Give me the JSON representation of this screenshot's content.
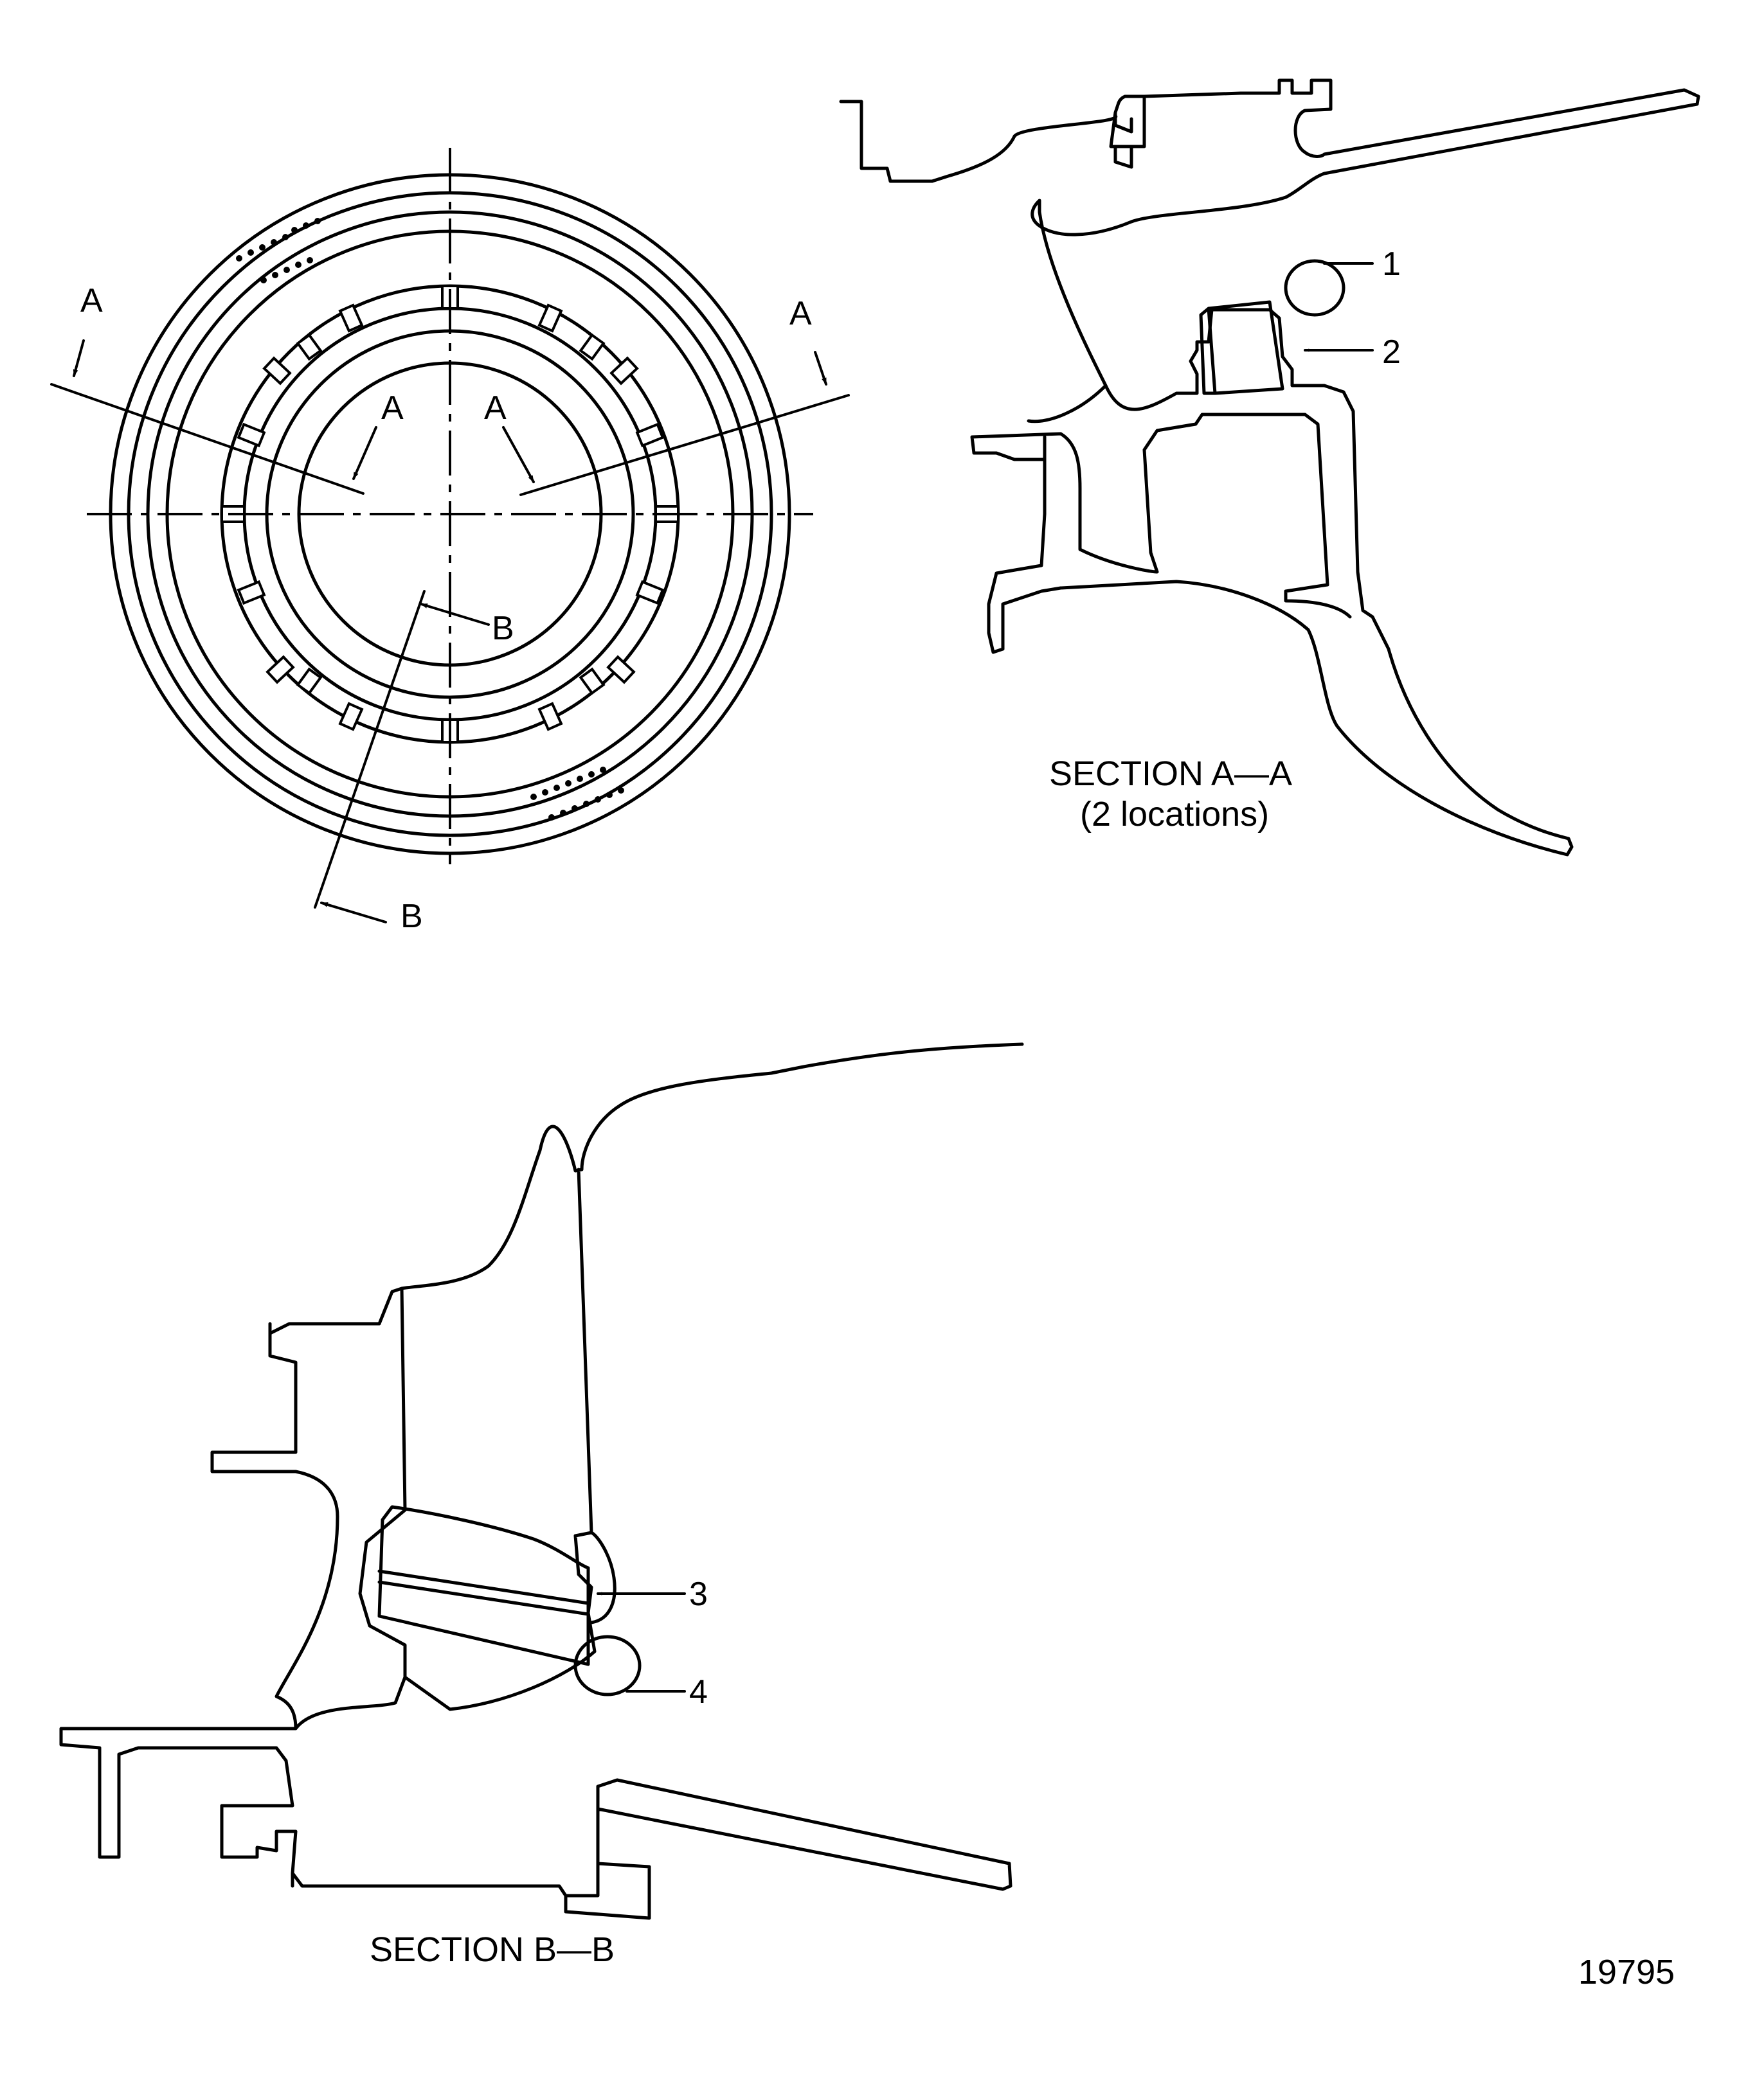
{
  "figure": {
    "plan_view": {
      "section_a_marks": [
        "A",
        "A",
        "A",
        "A"
      ],
      "section_b_marks": [
        "B",
        "B"
      ]
    },
    "section_a": {
      "title": "SECTION A—A",
      "subtitle": "(2 locations)",
      "callouts": [
        "1",
        "2"
      ]
    },
    "section_b": {
      "title": "SECTION B—B",
      "callouts": [
        "3",
        "4"
      ]
    },
    "figure_number": "19795"
  }
}
